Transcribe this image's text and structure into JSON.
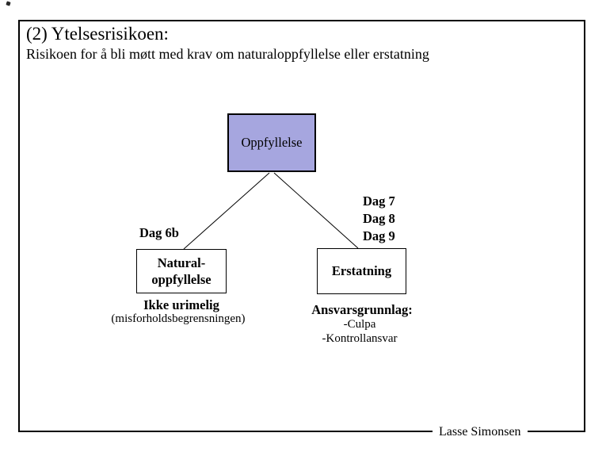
{
  "slide": {
    "title": "(2) Ytelsesrisikoen:",
    "subtitle": "Risikoen for å bli møtt med krav om naturaloppfyllelse eller erstatning",
    "footer_credit": "Lasse Simonsen"
  },
  "diagram": {
    "root": {
      "label": "Oppfyllelse"
    },
    "left_branch": {
      "day_label": "Dag 6b",
      "box_line1": "Natural-",
      "box_line2": "oppfyllelse",
      "caption_title": "Ikke urimelig",
      "caption_detail": "(misforholdsbegrensningen)"
    },
    "right_branch": {
      "day_labels": [
        "Dag 7",
        "Dag 8",
        "Dag 9"
      ],
      "box_label": "Erstatning",
      "caption_title": "Ansvarsgrunnlag:",
      "caption_items": [
        "-Culpa",
        "-Kontrollansvar"
      ]
    }
  },
  "colors": {
    "root_box_fill": "#A6A6DF",
    "connector_line": "#000000",
    "border": "#000000"
  }
}
